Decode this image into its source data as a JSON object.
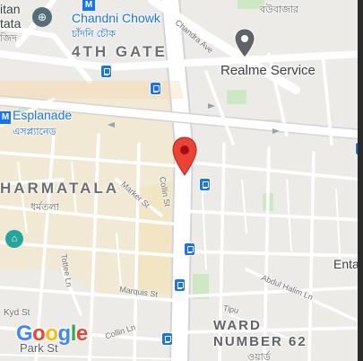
{
  "map": {
    "labels": {
      "chandni_chowk": "Chandni Chowk",
      "chandni_chowk_bn": "চাঁদনি চৌক",
      "fourth_gate": "4TH GATE",
      "realme_service": "Realme Service",
      "esplanade": "Esplanade",
      "esplanade_bn": "এসপ্ল্যানেড",
      "dharmatala": "HARMATALA",
      "dharmatala_bn": "ধর্মতলা",
      "ward": "WARD",
      "number": "NUMBER 62",
      "ward_bn": "ওয়ার্ড",
      "top_left_1": "itan",
      "top_left_2": "tata",
      "top_left_bn": "জিদ",
      "bowbazar_bn": "বউবাজার",
      "m_badge": "M",
      "m_badge_left": "M",
      "enta": "Enta",
      "kyd_st": "Kyd St",
      "park_st": "Park St"
    },
    "streets": {
      "chandra_ave": "Chandra Ave",
      "collin_st": "Collin St",
      "marker_st": "Marker St",
      "tottee_ln": "Tottee Ln",
      "marquis_st": "Marquis St",
      "collin_ln": "Collin Ln",
      "abdul_halim_ln": "Abdul Halim Ln",
      "tipu": "Tipu"
    },
    "icons": {
      "pin": "location-pin-icon",
      "metro": "metro-station-icon",
      "poi": "place-marker-icon",
      "museum": "museum-icon"
    },
    "logo": "Google",
    "colors": {
      "road": "#ffffff",
      "block": "#ecebe8",
      "park": "#cfe8c4",
      "highlight": "#f3e3bf",
      "pin": "#ea4335",
      "metro": "#1a73e8",
      "poi": "#5f6368"
    }
  }
}
